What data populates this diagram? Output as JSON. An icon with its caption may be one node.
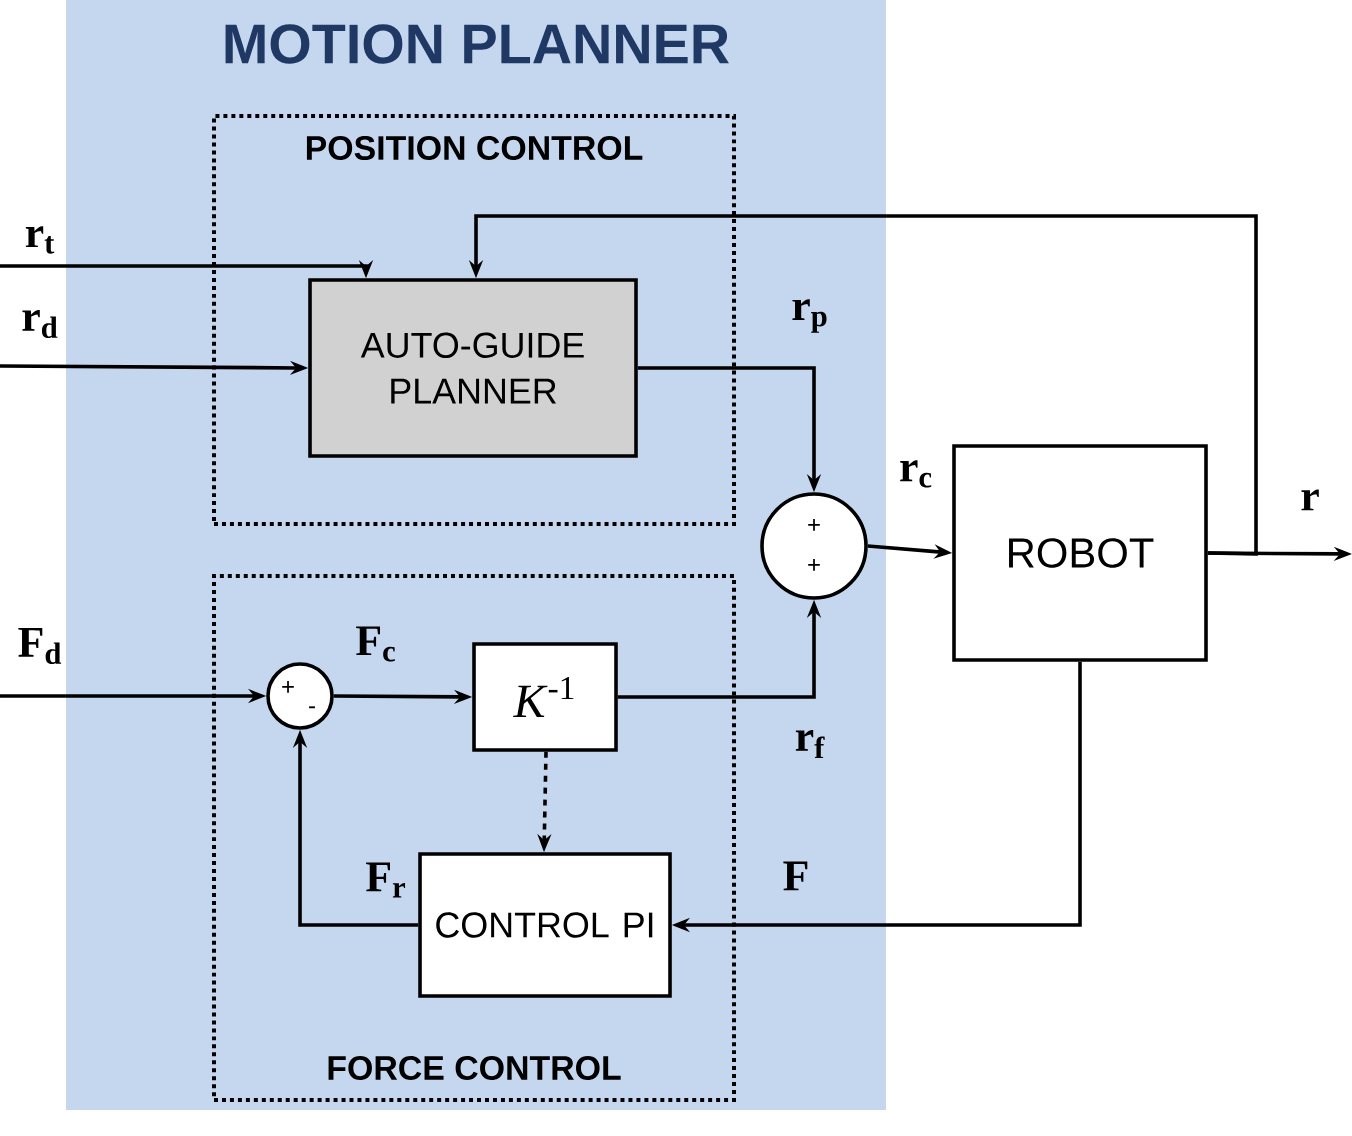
{
  "diagram": {
    "nodes": [
      {
        "text": [
          "MOTION PLANNER"
        ]
      },
      {
        "text": [
          "POSITION CONTROL"
        ],
        "in": 0
      },
      {
        "text": [
          "AUTO-GUIDE PLANNER"
        ],
        "in": 1
      },
      {
        "text": [
          "FORCE CONTROL"
        ],
        "in": 0
      },
      {
        "text": [
          "+",
          "-"
        ],
        "in": 3
      },
      {
        "text": [
          "*K*$^{-1}$"
        ],
        "in": 3
      },
      {
        "text": [
          "CONTROL PI"
        ],
        "in": 3
      },
      {
        "text": [
          "+",
          "+"
        ],
        "in": 0
      },
      {
        "text": [
          "ROBOT"
        ]
      }
    ],
    "edges": [
      {
        "from": null,
        "to": 2,
        "arrow": "to",
        "label": "r$_{t}$"
      },
      {
        "from": null,
        "to": 2,
        "arrow": "to",
        "label": "r$_{d}$"
      },
      {
        "from": 2,
        "to": 7,
        "arrow": "to",
        "label": "r$_{p}$"
      },
      {
        "from": 7,
        "to": 8,
        "arrow": "to",
        "label": "r$_{c}$"
      },
      {
        "from": 8,
        "to": null,
        "arrow": "to",
        "label": "r"
      },
      {
        "from": 8,
        "to": 2,
        "arrow": "to"
      },
      {
        "from": null,
        "to": 4,
        "arrow": "to",
        "label": "F$_{d}$"
      },
      {
        "from": 4,
        "to": 5,
        "arrow": "to",
        "label": "F$_{c}$"
      },
      {
        "from": 5,
        "to": 7,
        "arrow": "to",
        "label": "r$_{f}$"
      },
      {
        "from": 5,
        "to": 6,
        "arrow": "to",
        "style": "dashed"
      },
      {
        "from": 8,
        "to": 6,
        "arrow": "to",
        "label": "F"
      },
      {
        "from": 6,
        "to": 4,
        "arrow": "to",
        "label": "F$_{r}$"
      }
    ]
  }
}
